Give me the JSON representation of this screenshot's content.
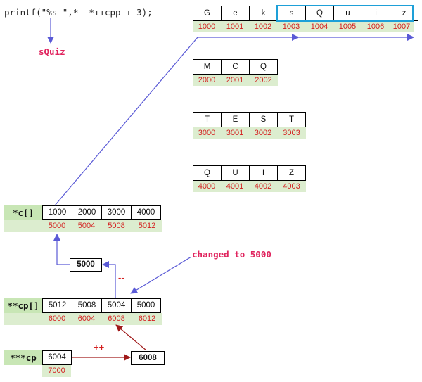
{
  "code": "printf(\"%s \",*--*++cpp + 3);",
  "output": "sQuiz",
  "annotation": "changed to 5000",
  "strings": [
    {
      "chars": [
        "G",
        "e",
        "k",
        "s",
        "Q",
        "u",
        "i",
        "z"
      ],
      "addrs": [
        "1000",
        "1001",
        "1002",
        "1003",
        "1004",
        "1005",
        "1006",
        "1007"
      ]
    },
    {
      "chars": [
        "M",
        "C",
        "Q"
      ],
      "addrs": [
        "2000",
        "2001",
        "2002"
      ]
    },
    {
      "chars": [
        "T",
        "E",
        "S",
        "T"
      ],
      "addrs": [
        "3000",
        "3001",
        "3002",
        "3003"
      ]
    },
    {
      "chars": [
        "Q",
        "U",
        "I",
        "Z"
      ],
      "addrs": [
        "4000",
        "4001",
        "4002",
        "4003"
      ]
    }
  ],
  "c": {
    "label": "*c[]",
    "values": [
      "1000",
      "2000",
      "3000",
      "4000"
    ],
    "addrs": [
      "5000",
      "5004",
      "5008",
      "5012"
    ]
  },
  "cp": {
    "label": "**cp[]",
    "values": [
      "5012",
      "5008",
      "5004",
      "5000"
    ],
    "addrs": [
      "6000",
      "6004",
      "6008",
      "6012"
    ]
  },
  "cpp": {
    "label": "***cp",
    "value": "6004",
    "addr": "7000"
  },
  "temp_5000": "5000",
  "temp_6008": "6008",
  "op_dec": "--",
  "op_inc": "++",
  "colors": {
    "accent": "#e0245e",
    "address": "#d42020",
    "arrow_blue": "#5a5ad6",
    "arrow_red": "#a01a1a",
    "highlight": "#1ea0d8",
    "label_bg": "#c8e6b5"
  }
}
